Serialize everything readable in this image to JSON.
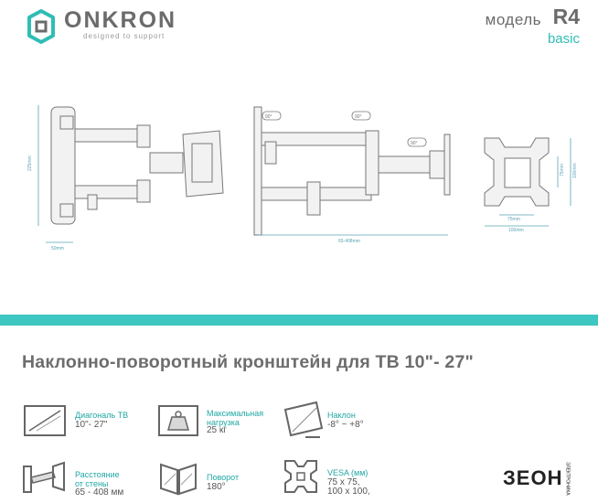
{
  "header": {
    "brand": "ONKRON",
    "tagline": "designed to support",
    "model_label": "модель",
    "model_code": "R4",
    "model_variant": "basic"
  },
  "drawings": {
    "side_height": "225mm",
    "side_depth": "50mm",
    "top_angle_left": "90°",
    "top_angle_right": "90°",
    "top_angle_small": "90°",
    "top_extension": "65-408mm",
    "front_h_inner": "75mm",
    "front_h_outer": "100mm",
    "front_v_inner": "75mm",
    "front_v_outer": "100mm"
  },
  "title": "Наклонно-поворотный кронштейн для ТВ 10\"- 27\"",
  "features": [
    {
      "icon": "tv-diagonal-icon",
      "label": "Диагональ ТВ",
      "value": "10\"- 27\""
    },
    {
      "icon": "max-load-icon",
      "label": "Максимальная нагрузка",
      "value": "25 кг"
    },
    {
      "icon": "tilt-icon",
      "label": "Наклон",
      "value": "-8° ~ +8°"
    },
    {
      "icon": "wall-distance-icon",
      "label": "Расстояние от стены",
      "value": "65 - 408 мм"
    },
    {
      "icon": "swivel-icon",
      "label": "Поворот",
      "value": "180°"
    },
    {
      "icon": "vesa-icon",
      "label": "VESA (мм)",
      "value": "75 x 75,\n100 x 100,"
    }
  ],
  "footer": {
    "retailer_logo": "ЗEOH",
    "retailer_sub": "ЭЛЕКТРОНИКА"
  },
  "colors": {
    "accent": "#3ec6c1",
    "text": "#6d6d6d",
    "label": "#1fa7a3"
  }
}
